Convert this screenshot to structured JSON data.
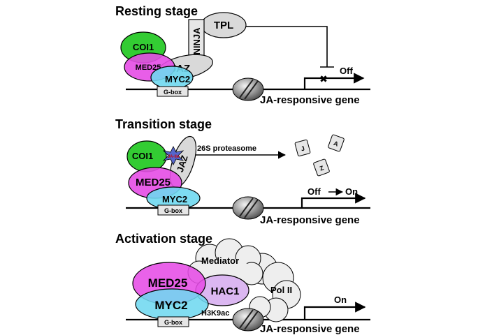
{
  "stages": [
    {
      "title": "Resting stage",
      "labels": {
        "coi1": "COI1",
        "med25": "MED25",
        "myc2": "MYC2",
        "jaz": "JAZ",
        "ninja": "NINJA",
        "tpl": "TPL",
        "gbox": "G-box",
        "state": "Off",
        "gene": "JA-responsive gene"
      }
    },
    {
      "title": "Transition stage",
      "labels": {
        "coi1": "COI1",
        "ja_ile": "JA-Ile",
        "jaz": "JAZ",
        "med25": "MED25",
        "myc2": "MYC2",
        "gbox": "G-box",
        "proteasome": "26S proteasome",
        "frag_j": "J",
        "frag_a": "A",
        "frag_z": "Z",
        "state_off": "Off",
        "state_on": "On",
        "gene": "JA-responsive gene"
      }
    },
    {
      "title": "Activation stage",
      "labels": {
        "mediator": "Mediator",
        "med25": "MED25",
        "hac1": "HAC1",
        "pol2": "Pol II",
        "myc2": "MYC2",
        "gbox": "G-box",
        "h3k9ac": "H3K9ac",
        "state": "On",
        "gene": "JA-responsive gene"
      }
    }
  ],
  "colors": {
    "coi1": "#33cc33",
    "med25": "#e64ce6",
    "myc2": "#6fd8f0",
    "jaz": "#d9d9d9",
    "tpl": "#d9d9d9",
    "hac1": "#d9b3f0",
    "mediator": "#eeeeee",
    "ja_ile": "#5566cc",
    "nucleosome": "#8c8c8c"
  }
}
